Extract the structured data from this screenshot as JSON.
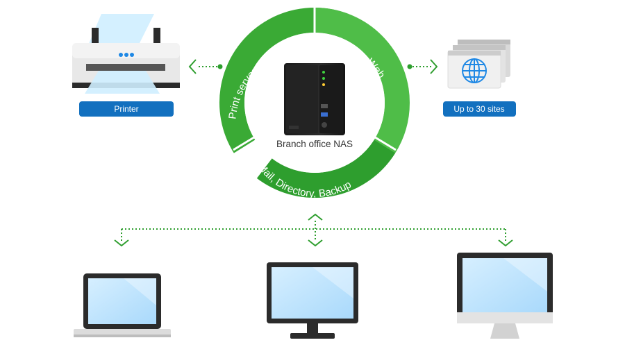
{
  "center": {
    "label": "Branch office NAS"
  },
  "ring": {
    "segments": [
      {
        "label": "Print server",
        "color": "#3aaa35"
      },
      {
        "label": "Web",
        "color": "#45b842"
      },
      {
        "label": "Mail, Directory, Backup",
        "color": "#2f9e2f"
      }
    ],
    "separator_color": "#ffffff"
  },
  "printer": {
    "badge_label": "Printer"
  },
  "web_sites": {
    "badge_label": "Up to 30 sites"
  },
  "clients": [
    {
      "device": "laptop"
    },
    {
      "device": "desktop-monitor"
    },
    {
      "device": "imac-display"
    }
  ],
  "colors": {
    "badge_blue": "#1270bf",
    "arrow_green": "#2e9e2e",
    "screen_blue": "#bfe3ff",
    "device_frame": "#2b2b2b"
  },
  "icons": [
    "printer-icon",
    "nas-device-icon",
    "globe-icon",
    "laptop-icon",
    "monitor-icon",
    "imac-icon",
    "chevron-down-icon",
    "chevron-up-icon",
    "chevron-left-icon",
    "chevron-right-icon"
  ]
}
